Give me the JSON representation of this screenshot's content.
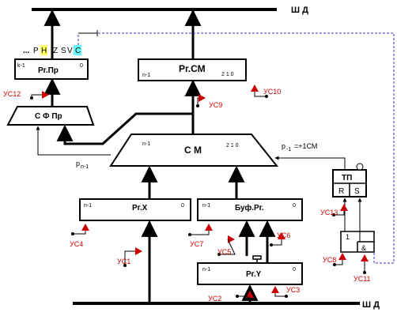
{
  "buses": {
    "top": "Ш Д",
    "bottom": "Ш Д"
  },
  "flags": {
    "dots": "...",
    "p": "P",
    "h": "H",
    "z": "Z",
    "s": "S",
    "v": "V",
    "c": "C"
  },
  "colors": {
    "signal": "#cc0000",
    "flag_h": "#ffff66",
    "flag_c": "#66ffff",
    "dashed": "#3333cc"
  },
  "blocks": {
    "rg_pr": {
      "label": "Рг.Пр",
      "left": "k-1",
      "right": "0"
    },
    "rg_sm": {
      "label": "Рг.СМ",
      "left": "n-1",
      "right": "2  1  0"
    },
    "sf_pr": {
      "label": "С Ф Пр"
    },
    "sm": {
      "label": "С М",
      "left": "n-1",
      "right": "2  1  0"
    },
    "rg_x": {
      "label": "Рг.X",
      "left": "n-1",
      "right": "0"
    },
    "buf_rg": {
      "label": "Буф.Рг.",
      "left": "n-1",
      "right": "0"
    },
    "rg_y": {
      "label": "Рг.Y",
      "left": "n-1",
      "right": "0"
    },
    "tp": {
      "label": "ТП",
      "r": "R",
      "s": "S"
    },
    "gate": {
      "one": "1",
      "and": "&"
    }
  },
  "annotations": {
    "p_n1": "p",
    "p_n1_sub": "n-1",
    "p_minus1": "p",
    "p_minus1_sub": "-1",
    "p_minus1_rest": "=+1СМ"
  },
  "signals": [
    "УС1",
    "УС2",
    "УС3",
    "УС4",
    "УС5",
    "УС6",
    "УС7",
    "УС8",
    "УС9",
    "УС10",
    "УС11",
    "УС12",
    "УС13"
  ]
}
